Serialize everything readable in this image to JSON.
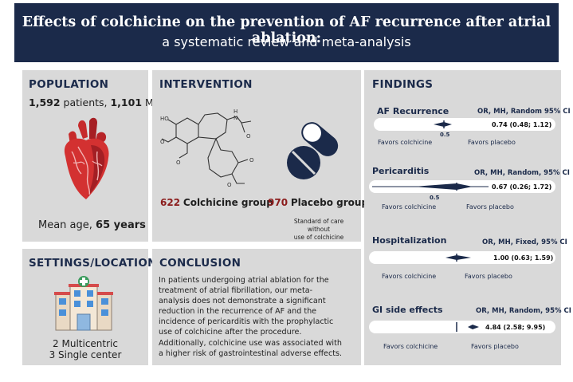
{
  "header": {
    "title": "Effects of colchicine on the prevention of AF recurrence after atrial ablation:",
    "subtitle": "a systematic review and meta-analysis"
  },
  "population": {
    "title": "POPULATION",
    "patients_num": "1,592",
    "patients_label": "patients,",
    "men_num": "1,101",
    "men_label": "Men",
    "age_prefix": "Mean age,",
    "age_value": "65 years",
    "icon": "heart-icon"
  },
  "intervention": {
    "title": "INTERVENTION",
    "molecule_labels": {
      "ho": "HO",
      "nh": "N",
      "nh_h": "H",
      "o": "O"
    },
    "colchicine_num": "622",
    "colchicine_label": "Colchicine group",
    "placebo_num": "970",
    "placebo_label": "Placebo group",
    "placebo_note_1": "Standard of care without",
    "placebo_note_2": "use of colchicine",
    "icons": [
      "molecule-icon",
      "pill-icon"
    ]
  },
  "settings": {
    "title": "SETTINGS/LOCATIONS",
    "line1": "2 Multicentric",
    "line2": "3 Single center",
    "icon": "hospital-icon"
  },
  "conclusion": {
    "title": "CONCLUSION",
    "lines": [
      "In patients undergoing atrial ablation for the",
      "treatment of atrial fibrillation, our meta-",
      "analysis does not demonstrate a significant",
      "reduction in the recurrence of AF and the",
      "incidence of pericarditis with the prophylactic",
      "use of colchicine after the procedure.",
      "Additionally, colchicine use was associated with",
      "a higher risk of gastrointestinal adverse effects."
    ]
  },
  "findings": {
    "title": "FINDINGS",
    "plots": [
      {
        "name": "AF Recurrence",
        "method": "OR, MH, Random 95% CI",
        "result": "0.74 (0.48; 1.12)",
        "tick": "0.5",
        "left": "Favors colchicine",
        "right": "Favors placebo"
      },
      {
        "name": "Pericarditis",
        "method": "OR, MH, Random, 95% CI",
        "result": "0.67 (0.26; 1.72)",
        "tick": "0.5",
        "left": "Favors colchicine",
        "right": "Favors placebo"
      },
      {
        "name": "Hospitalization",
        "method": "OR, MH, Fixed, 95% CI",
        "result": "1.00 (0.63; 1.59)",
        "tick": "",
        "left": "Favors colchicine",
        "right": "Favors placebo"
      },
      {
        "name": "GI side effects",
        "method": "OR, MH, Random, 95% CI",
        "result": "4.84 (2.58; 9.95)",
        "tick": "",
        "left": "Favors colchicine",
        "right": "Favors placebo"
      }
    ]
  },
  "colors": {
    "navy": "#1b2a4a",
    "panel": "#d9d9d9",
    "accent_red": "#8b1c1c"
  }
}
